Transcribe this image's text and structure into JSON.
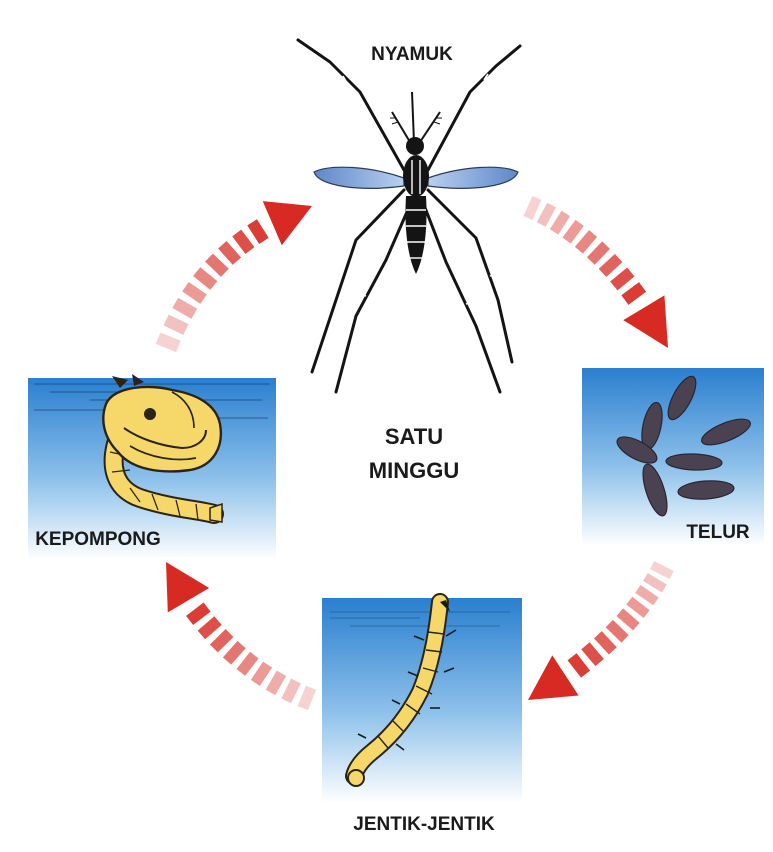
{
  "stages": {
    "adult": "NYAMUK",
    "egg": "TELUR",
    "larva": "JENTIK-JENTIK",
    "pupa": "KEPOMPONG"
  },
  "center": {
    "line1": "SATU",
    "line2": "MINGGU"
  },
  "colors": {
    "arrow": "#d62a22",
    "water_top": "#2a7fcf",
    "water_bottom": "#ffffff",
    "insect_body": "#f6d86a",
    "egg": "#4a4250",
    "mosquito": "#141414",
    "wing": "#7da2d8"
  },
  "icons": [
    "mosquito-icon",
    "eggs-icon",
    "larva-icon",
    "pupa-icon"
  ]
}
